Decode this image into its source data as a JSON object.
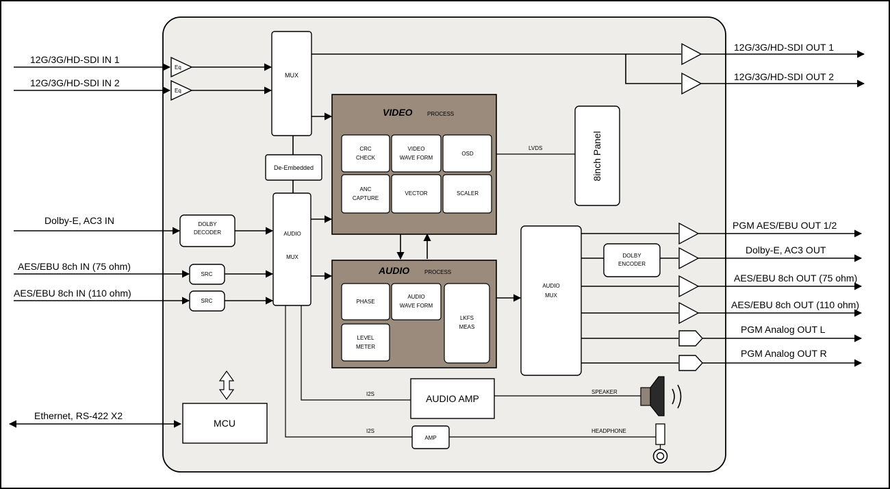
{
  "inputs": {
    "sdi_in_1": "12G/3G/HD-SDI IN 1",
    "sdi_in_2": "12G/3G/HD-SDI IN 2",
    "dolby_in": "Dolby-E, AC3 IN",
    "aes_75": "AES/EBU 8ch IN (75 ohm)",
    "aes_110": "AES/EBU 8ch IN (110 ohm)",
    "ethernet": "Ethernet, RS-422 X2"
  },
  "outputs": {
    "sdi_out_1": "12G/3G/HD-SDI OUT 1",
    "sdi_out_2": "12G/3G/HD-SDI OUT 2",
    "pgm_aes": "PGM AES/EBU OUT 1/2",
    "dolby_out": "Dolby-E, AC3 OUT",
    "aes_out_75": "AES/EBU 8ch OUT (75 ohm)",
    "aes_out_110": "AES/EBU 8ch OUT (110 ohm)",
    "analog_l": "PGM Analog OUT L",
    "analog_r": "PGM Analog OUT R"
  },
  "blocks": {
    "eq": "Eq",
    "mux": "MUX",
    "de_embedded": "De-Embedded",
    "dolby_decoder": [
      "DOLBY",
      "DECODER"
    ],
    "src": "SRC",
    "audio_mux_left": [
      "AUDIO",
      "MUX"
    ],
    "mcu": "MCU",
    "video_title": "VIDEO",
    "video_sub": "PROCESS",
    "crc": [
      "CRC",
      "CHECK"
    ],
    "video_wave": [
      "VIDEO",
      "WAVE FORM"
    ],
    "osd": "OSD",
    "anc": [
      "ANC",
      "CAPTURE"
    ],
    "vector": "VECTOR",
    "scaler": "SCALER",
    "audio_title": "AUDIO",
    "audio_sub": "PROCESS",
    "phase": "PHASE",
    "audio_wave": [
      "AUDIO",
      "WAVE FORM"
    ],
    "lkfs": [
      "LKFS",
      "MEAS"
    ],
    "level": [
      "LEVEL",
      "METER"
    ],
    "panel": "8inch Panel",
    "lvds": "LVDS",
    "audio_mux_right": [
      "AUDIO",
      "MUX"
    ],
    "dolby_encoder": [
      "DOLBY",
      "ENCODER"
    ],
    "audio_amp": "AUDIO AMP",
    "amp": "AMP",
    "i2s_1": "I2S",
    "i2s_2": "I2S",
    "speaker": "SPEAKER",
    "headphone": "HEADPHONE"
  },
  "colors": {
    "board": "#efedea",
    "process_fill": "#9a8b7d",
    "block_fill": "#ffffff",
    "line": "#000000"
  }
}
